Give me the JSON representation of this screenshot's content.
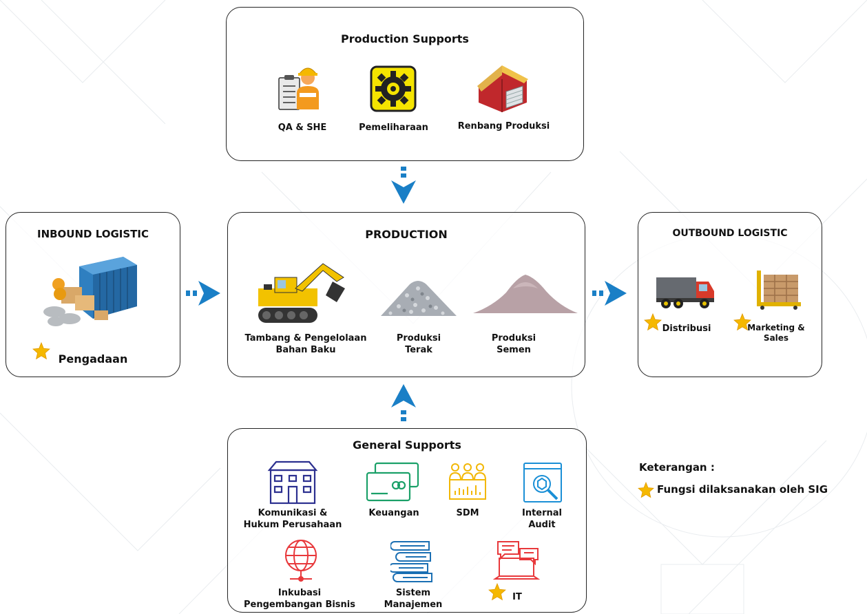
{
  "production_supports": {
    "title": "Production Supports",
    "items": [
      "QA & SHE",
      "Pemeliharaan",
      "Renbang Produksi"
    ]
  },
  "inbound": {
    "title": "INBOUND LOGISTIC",
    "item": "Pengadaan"
  },
  "production": {
    "title": "PRODUCTION",
    "items": [
      "Tambang & Pengelolaan\nBahan Baku",
      "Produksi\nTerak",
      "Produksi\nSemen"
    ]
  },
  "outbound": {
    "title": "OUTBOUND LOGISTIC",
    "items": [
      "Distribusi",
      "Marketing &\nSales"
    ]
  },
  "general_supports": {
    "title": "General Supports",
    "items": [
      "Komunikasi &\nHukum Perusahaan",
      "Keuangan",
      "SDM",
      "Internal\nAudit",
      "Inkubasi\nPengembangan Bisnis",
      "Sistem\nManajemen",
      "IT"
    ]
  },
  "legend": {
    "title": "Keterangan :",
    "star_label": "Fungsi dilaksanakan oleh SIG"
  },
  "icons": [
    "star-icon",
    "excavator-icon",
    "truck-icon",
    "container-icon",
    "gear-icon",
    "warehouse-icon",
    "worker-icon",
    "gravel-pile-icon",
    "cement-pile-icon",
    "pallet-icon",
    "building-icon",
    "money-icon",
    "people-icon",
    "audit-icon",
    "globe-icon",
    "books-icon",
    "laptop-chat-icon",
    "arrow-down-icon",
    "arrow-up-icon",
    "arrow-right-icon"
  ],
  "colors": {
    "arrow": "#1a7fc6",
    "star": "#f5b800",
    "general_icons": [
      "#2b2f8f",
      "#1aa068",
      "#f2b705",
      "#1a8fd6",
      "#e8383b",
      "#1a6fb3",
      "#e8383b"
    ]
  }
}
